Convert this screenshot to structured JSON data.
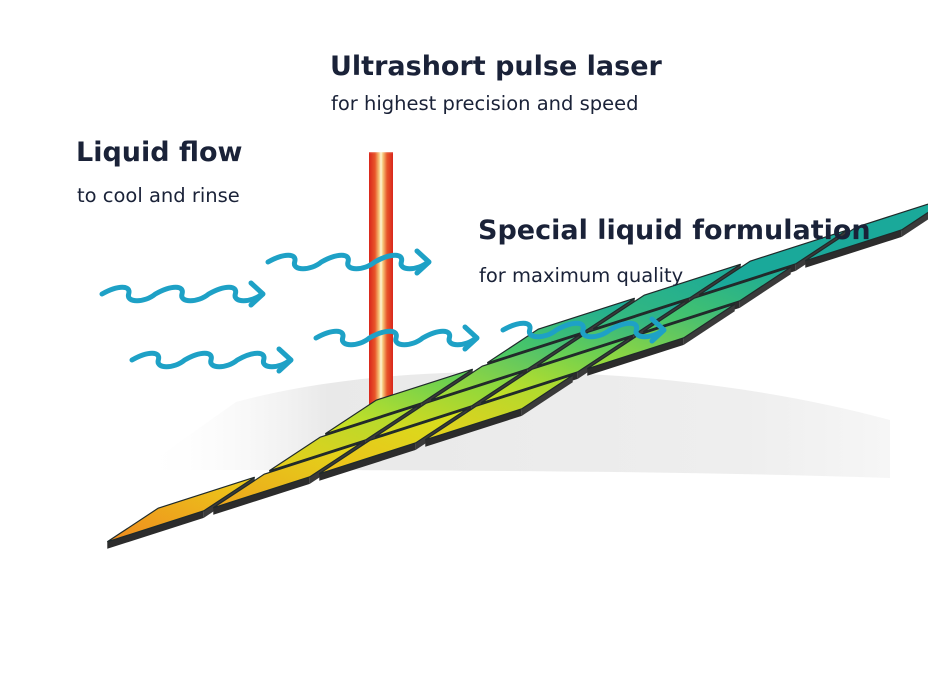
{
  "labels": {
    "laser": {
      "title": "Ultrashort pulse laser",
      "subtitle": "for highest precision and speed"
    },
    "flow": {
      "title": "Liquid flow",
      "subtitle": "to cool and rinse"
    },
    "formulation": {
      "title": "Special liquid formulation",
      "subtitle": "for maximum quality"
    }
  },
  "colors": {
    "text": "#1a2238",
    "arrow": "#1ea1c6",
    "tile_edge": "#2c2c2c",
    "laser_outer": "#d9261c",
    "laser_mid": "#f3a15a",
    "laser_core": "#fff2c4",
    "base": "#ededed",
    "gradient": [
      "#ef8a1f",
      "#f0c818",
      "#d8e41c",
      "#60d44f",
      "#1aa99a"
    ]
  }
}
